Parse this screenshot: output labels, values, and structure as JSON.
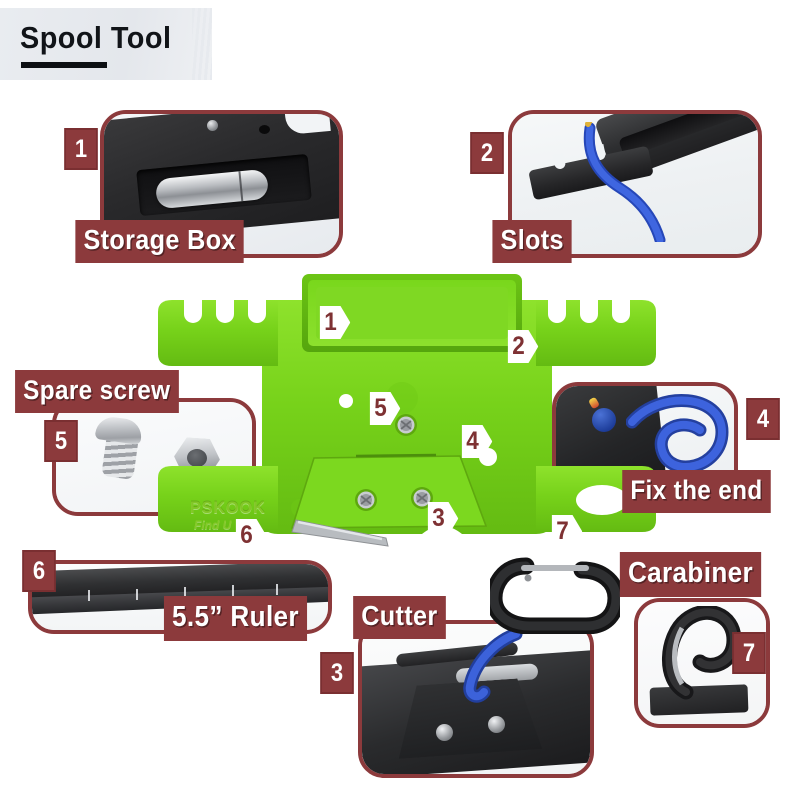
{
  "header": {
    "title": "Spool Tool"
  },
  "theme": {
    "accent_red": "#8c3a3c",
    "accent_red_dark": "#7a2f31",
    "tool_green": "#76d31a",
    "badge_text": "#ffffff"
  },
  "tool": {
    "brand": "PSKOOK",
    "brand_sub": "Find U",
    "callouts": [
      {
        "number": "1"
      },
      {
        "number": "2"
      },
      {
        "number": "3"
      },
      {
        "number": "4"
      },
      {
        "number": "5"
      },
      {
        "number": "6"
      },
      {
        "number": "7"
      }
    ]
  },
  "panels": [
    {
      "id": "p1",
      "number": "1",
      "label": "Storage Box"
    },
    {
      "id": "p2",
      "number": "2",
      "label": "Slots"
    },
    {
      "id": "p3",
      "number": "3",
      "label": "Cutter"
    },
    {
      "id": "p4",
      "number": "4",
      "label": "Fix the end"
    },
    {
      "id": "p5",
      "number": "5",
      "label": "Spare screw"
    },
    {
      "id": "p6",
      "number": "6",
      "label": "5.5” Ruler"
    },
    {
      "id": "p7",
      "number": "7",
      "label": "Carabiner"
    }
  ]
}
